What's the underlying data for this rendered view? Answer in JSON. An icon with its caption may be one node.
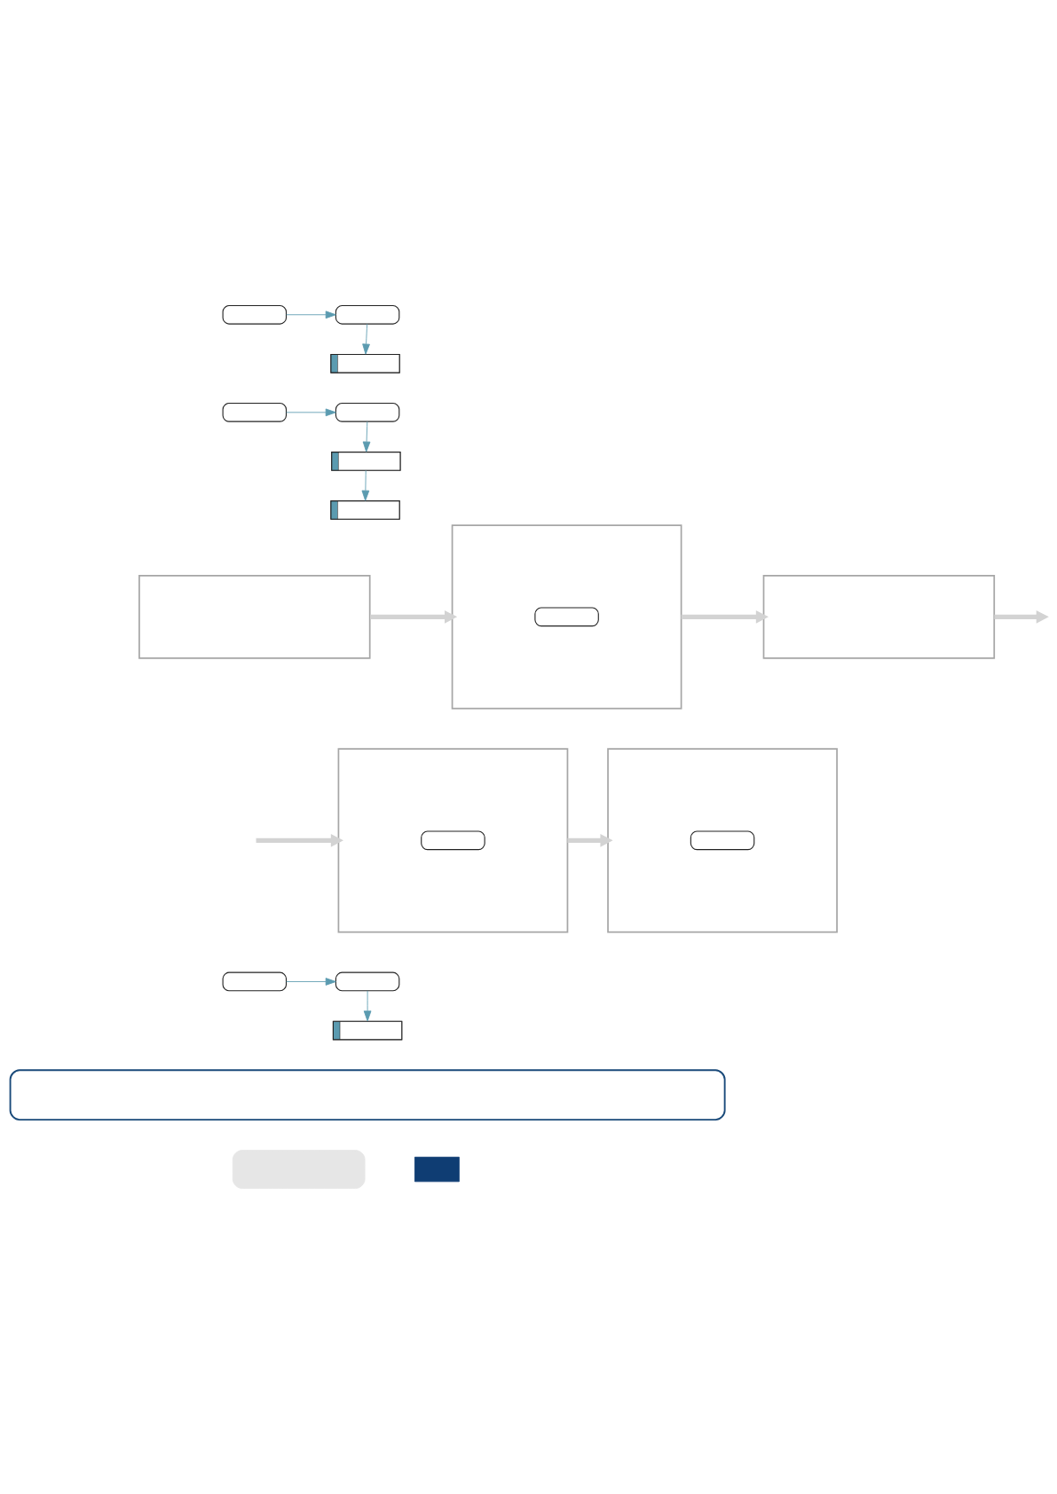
{
  "diagram": {
    "nodes": [
      {
        "text": [],
        "shape": "box"
      },
      {
        "text": [],
        "shape": "box"
      },
      {
        "text": [],
        "shape": "box"
      },
      {
        "text": [],
        "shape": "box"
      },
      {
        "text": [],
        "shape": "box"
      },
      {
        "text": [],
        "shape": "box"
      },
      {
        "text": [],
        "shape": "box"
      },
      {
        "text": [],
        "shape": "box"
      },
      {
        "text": [],
        "shape": "box"
      },
      {
        "text": [],
        "shape": "box",
        "in": 8
      },
      {
        "text": [],
        "shape": "box"
      },
      {
        "text": [],
        "shape": "box"
      },
      {
        "text": [],
        "shape": "box",
        "in": 11
      },
      {
        "text": [],
        "shape": "box"
      },
      {
        "text": [],
        "shape": "box",
        "in": 13
      },
      {
        "text": [],
        "shape": "box"
      },
      {
        "text": [],
        "shape": "box"
      },
      {
        "text": [],
        "shape": "box"
      },
      {
        "text": [],
        "shape": "box"
      },
      {
        "text": [],
        "shape": "box"
      },
      {
        "text": [],
        "shape": "box"
      }
    ],
    "edges": [
      {
        "from": 0,
        "to": 1,
        "arrow": "to"
      },
      {
        "from": 1,
        "to": 2,
        "arrow": "to"
      },
      {
        "from": 3,
        "to": 4,
        "arrow": "to"
      },
      {
        "from": 4,
        "to": 5,
        "arrow": "to"
      },
      {
        "from": 5,
        "to": 6,
        "arrow": "to"
      },
      {
        "from": 7,
        "to": 8,
        "arrow": "to",
        "style": "thick",
        "color": "#d3d3d3"
      },
      {
        "from": 8,
        "to": 10,
        "arrow": "to",
        "style": "thick",
        "color": "#d3d3d3"
      },
      {
        "from": 10,
        "to": null,
        "arrow": "to",
        "style": "thick",
        "color": "#d3d3d3"
      },
      {
        "from": null,
        "to": 11,
        "arrow": "to",
        "style": "thick",
        "color": "#d3d3d3"
      },
      {
        "from": 11,
        "to": 13,
        "arrow": "to",
        "style": "thick",
        "color": "#d3d3d3"
      },
      {
        "from": 15,
        "to": 16,
        "arrow": "to"
      },
      {
        "from": 16,
        "to": 17,
        "arrow": "to"
      }
    ]
  }
}
